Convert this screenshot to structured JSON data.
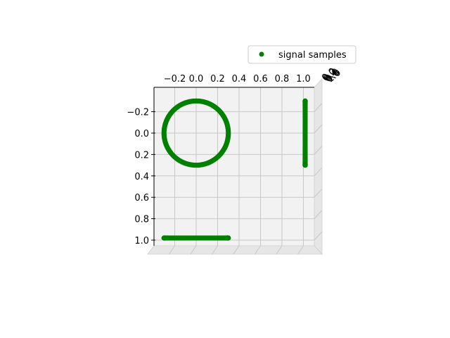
{
  "chart_data": {
    "type": "scatter",
    "projection": "3d",
    "title": "",
    "xlabel": "",
    "ylabel": "",
    "zlabel": "",
    "legend": {
      "placement": "upper-right",
      "entries": [
        "signal samples"
      ]
    },
    "grid": true,
    "x_ticks": [
      "−0.2",
      "0.0",
      "0.2",
      "0.4",
      "0.6",
      "0.8",
      "1.0"
    ],
    "y_ticks": [
      "−0.2",
      "0.0",
      "0.2",
      "0.4",
      "0.6",
      "0.8",
      "1.0"
    ],
    "z_ticks": [
      "0.0",
      "0.2",
      "0.4",
      "0.6",
      "0.8",
      "1.0"
    ],
    "xlim": [
      -0.35,
      1.1
    ],
    "ylim": [
      -0.35,
      1.1
    ],
    "series": [
      {
        "name": "signal samples",
        "color": "#008000",
        "marker": "circle",
        "parts": [
          {
            "description_type": "circle",
            "plane": "z=0",
            "center": [
              0.0,
              0.0
            ],
            "radius": 0.3,
            "count": 180
          },
          {
            "description_type": "projection",
            "plane": "x=1",
            "y_range": [
              -0.3,
              0.3
            ],
            "count": 90
          },
          {
            "description_type": "projection",
            "plane": "y=1",
            "x_range": [
              -0.3,
              0.3
            ],
            "count": 90
          }
        ]
      }
    ]
  }
}
